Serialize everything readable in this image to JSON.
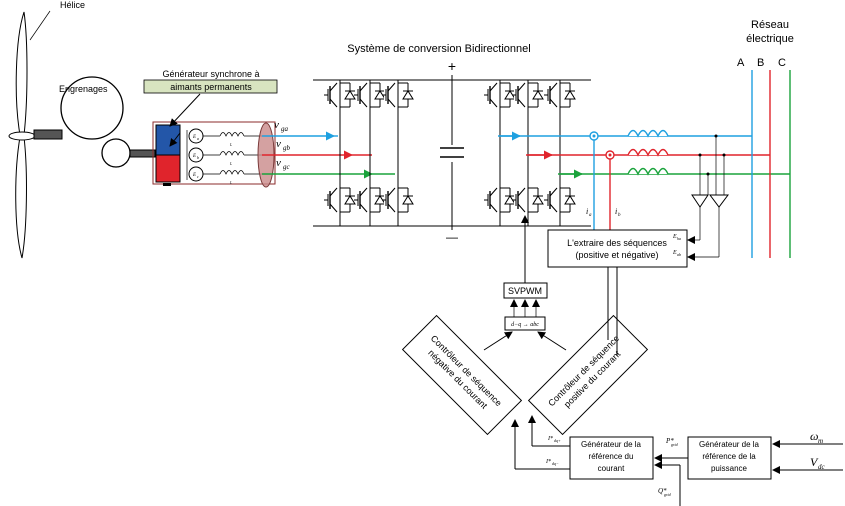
{
  "labels": {
    "helice": "Hélice",
    "engrenages": "Engrenages",
    "generateur_line1": "Générateur synchrone à",
    "generateur_line2": "aimants permanents",
    "systeme": "Système de conversion Bidirectionnel",
    "reseau_line1": "Réseau",
    "reseau_line2": "électrique",
    "phase_a": "A",
    "phase_b": "B",
    "phase_c": "C",
    "plus": "+",
    "minus": "—",
    "extraire_line1": "L'extraire des séquences",
    "extraire_line2": "(positive et négative)",
    "svpwm": "SVPWM",
    "dq_abc": "d−q → abc",
    "neg_line1": "Contrôleur de séquence",
    "neg_line2": "négative du courant",
    "pos_line1": "Contrôleur de séquence",
    "pos_line2": "positive du courant",
    "gen_courant_line1": "Générateur de la",
    "gen_courant_line2": "référence du",
    "gen_courant_line3": "courant",
    "gen_puiss_line1": "Générateur de la",
    "gen_puiss_line2": "référence de la",
    "gen_puiss_line3": "puissance"
  },
  "math": {
    "vga": "v",
    "vga_sub": "ga",
    "vgb": "v",
    "vgb_sub": "gb",
    "vgc": "v",
    "vgc_sub": "gc",
    "ia": "i",
    "ia_sub": "a",
    "ib": "i",
    "ib_sub": "b",
    "ea": "E",
    "ea_sub": "ha",
    "eb": "E",
    "eb_sub": "ab",
    "pgrid": "P*",
    "pgrid_sub": "grid",
    "qgrid": "Q*",
    "qgrid_sub": "grid",
    "omega": "ω",
    "omega_sub": "m",
    "vdc": "V",
    "vdc_sub": "dc",
    "ipos": "I*",
    "ipos_sub": "dq+",
    "ineg": "I*",
    "ineg_sub": "dq−",
    "gen_e1": "E",
    "gen_e1_sub": "a",
    "gen_e2": "E",
    "gen_e2_sub": "b",
    "gen_e3": "E",
    "gen_e3_sub": "c",
    "ind_l": "L"
  },
  "colors": {
    "phase_a": "#1ea0e0",
    "phase_b": "#e0242c",
    "phase_c": "#1aa33c",
    "gen_blue": "#2356a8",
    "gen_red": "#e0242c",
    "gen_label_bg": "#d8e4c0",
    "cable": "#c98a8a"
  }
}
